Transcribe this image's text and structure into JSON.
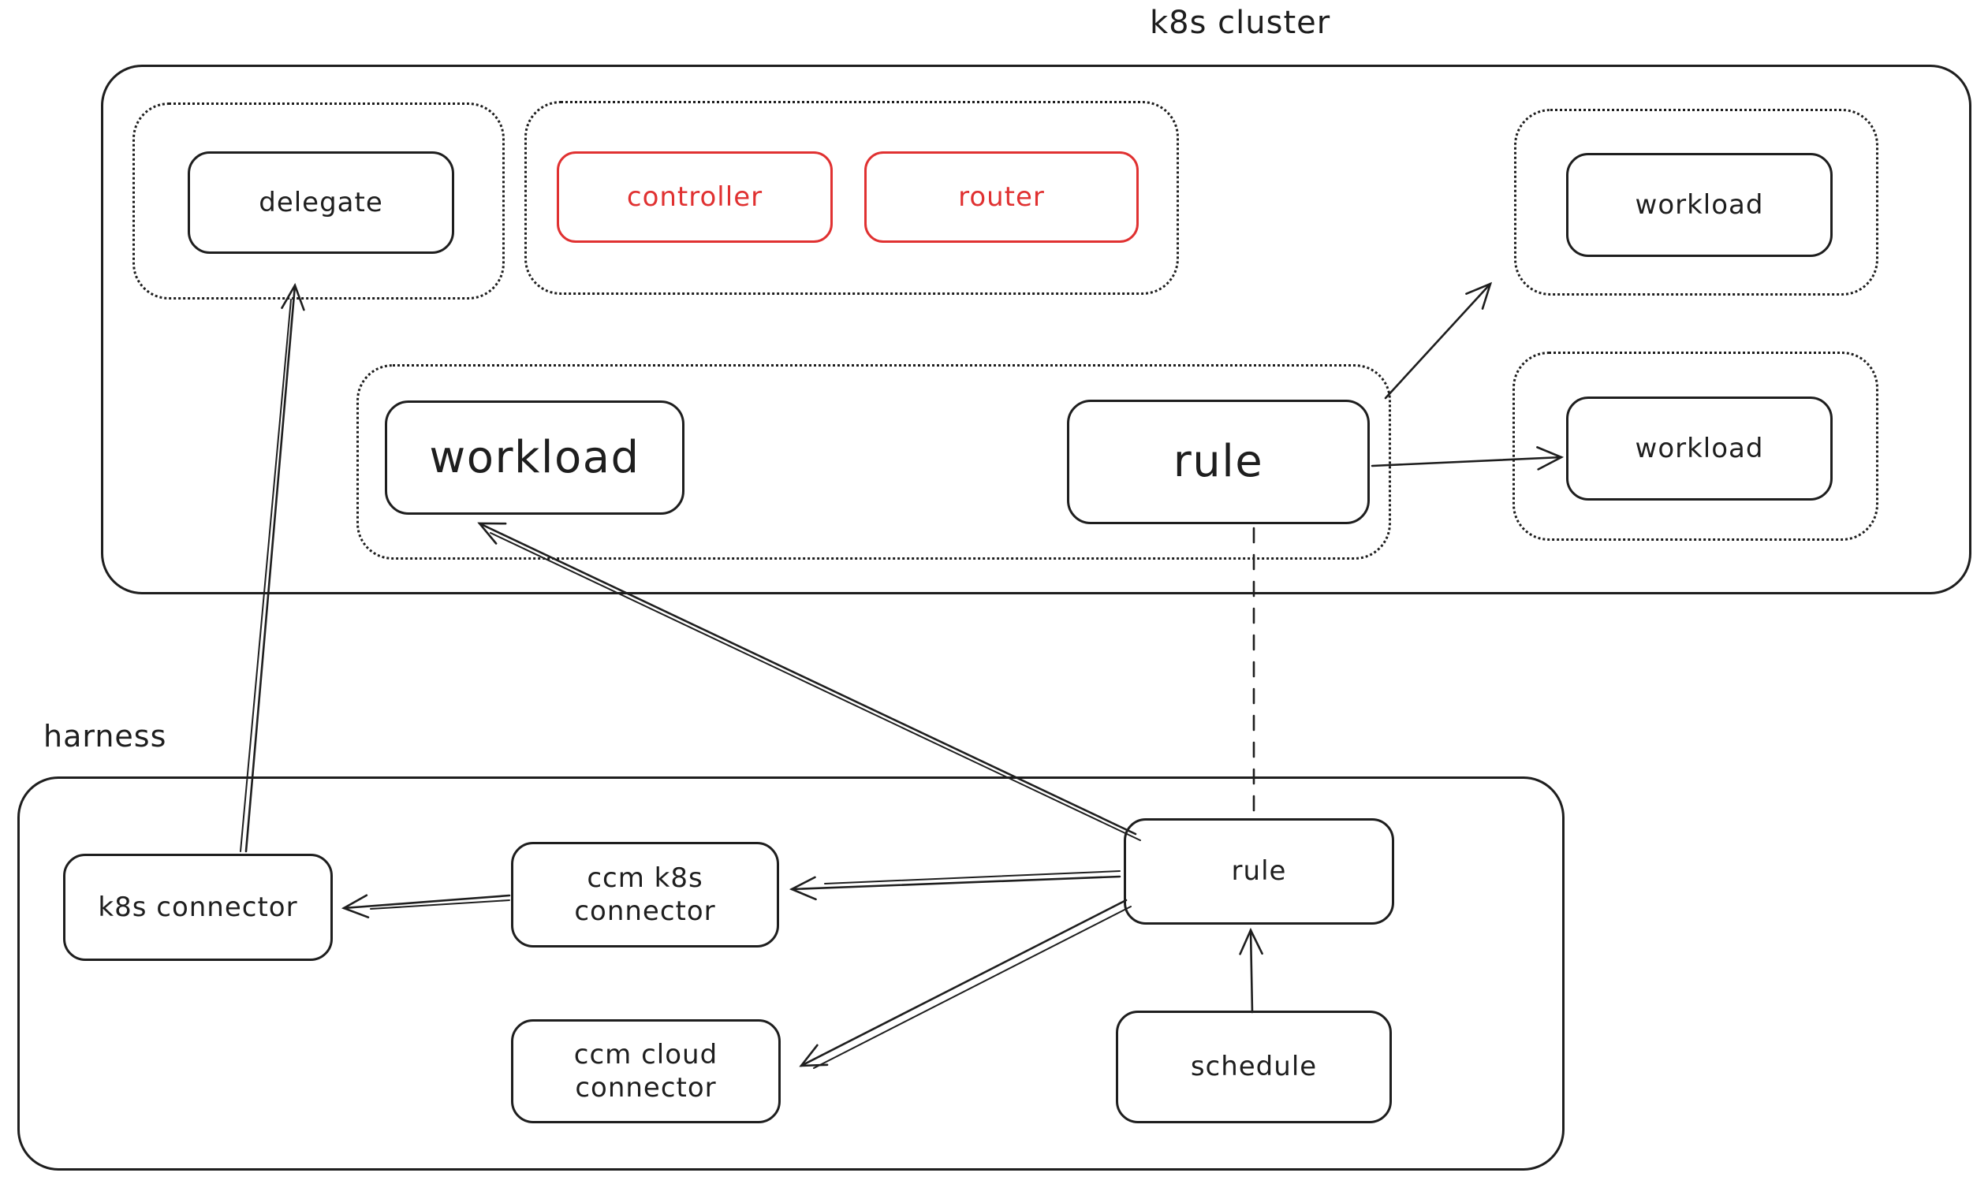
{
  "colors": {
    "ink": "#1e1e1e",
    "accent_red": "#e03131",
    "background": "#ffffff"
  },
  "groups": {
    "k8s_cluster": {
      "label": "k8s cluster"
    },
    "harness": {
      "label": "harness"
    }
  },
  "nodes": {
    "delegate": {
      "label": "delegate"
    },
    "controller": {
      "label": "controller"
    },
    "router": {
      "label": "router"
    },
    "workload_top_right": {
      "label": "workload"
    },
    "workload_main": {
      "label": "workload"
    },
    "rule_cluster": {
      "label": "rule"
    },
    "workload_right": {
      "label": "workload"
    },
    "k8s_connector": {
      "label": "k8s connector"
    },
    "ccm_k8s_connector": {
      "label": "ccm k8s connector",
      "line1": "ccm k8s",
      "line2": "connector"
    },
    "ccm_cloud_connector": {
      "label": "ccm cloud connector",
      "line1": "ccm cloud",
      "line2": "connector"
    },
    "rule_harness": {
      "label": "rule"
    },
    "schedule": {
      "label": "schedule"
    }
  },
  "edges": [
    {
      "name": "k8s-connector-to-delegate",
      "from": "k8s_connector",
      "to": "delegate",
      "style": "solid",
      "arrowhead": "end"
    },
    {
      "name": "rule-harness-to-workload-main",
      "from": "rule_harness",
      "to": "workload_main",
      "style": "solid",
      "arrowhead": "end"
    },
    {
      "name": "rule-harness-to-ccm-k8s-connector",
      "from": "rule_harness",
      "to": "ccm_k8s_connector",
      "style": "solid",
      "arrowhead": "end"
    },
    {
      "name": "rule-harness-to-ccm-cloud-connector",
      "from": "rule_harness",
      "to": "ccm_cloud_connector",
      "style": "solid",
      "arrowhead": "end"
    },
    {
      "name": "ccm-k8s-connector-to-k8s-connector",
      "from": "ccm_k8s_connector",
      "to": "k8s_connector",
      "style": "solid",
      "arrowhead": "end"
    },
    {
      "name": "schedule-to-rule-harness",
      "from": "schedule",
      "to": "rule_harness",
      "style": "solid",
      "arrowhead": "end"
    },
    {
      "name": "rule-cluster-to-rule-harness",
      "from": "rule_cluster",
      "to": "rule_harness",
      "style": "dashed",
      "arrowhead": "none"
    },
    {
      "name": "rule-cluster-to-workload-top-right",
      "from": "rule_cluster",
      "to": "workload_top_right",
      "style": "solid",
      "arrowhead": "end"
    },
    {
      "name": "rule-cluster-to-workload-right",
      "from": "rule_cluster",
      "to": "workload_right",
      "style": "solid",
      "arrowhead": "end"
    }
  ]
}
